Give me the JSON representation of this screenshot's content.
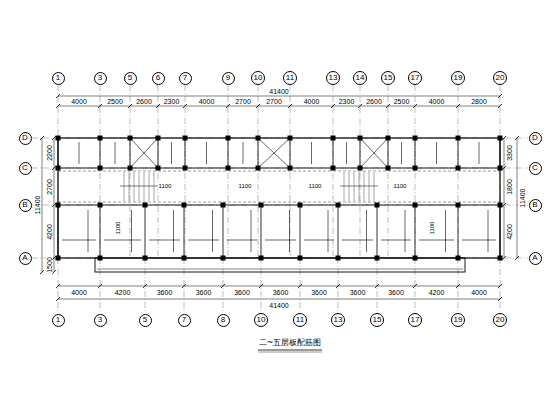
{
  "diagram": {
    "caption": "二~五层板配筋图",
    "nodes": [
      {
        "text": [
          "1"
        ]
      },
      {
        "text": [
          "3"
        ]
      },
      {
        "text": [
          "5"
        ]
      },
      {
        "text": [
          "6"
        ]
      },
      {
        "text": [
          "7"
        ]
      },
      {
        "text": [
          "9"
        ]
      },
      {
        "text": [
          "10"
        ]
      },
      {
        "text": [
          "11"
        ]
      },
      {
        "text": [
          "13"
        ]
      },
      {
        "text": [
          "14"
        ]
      },
      {
        "text": [
          "15"
        ]
      },
      {
        "text": [
          "17"
        ]
      },
      {
        "text": [
          "19"
        ]
      },
      {
        "text": [
          "20"
        ]
      },
      {
        "text": [
          "D"
        ]
      },
      {
        "text": [
          "C"
        ]
      },
      {
        "text": [
          "B"
        ]
      },
      {
        "text": [
          "A"
        ]
      },
      {
        "text": [
          "D"
        ]
      },
      {
        "text": [
          "C"
        ]
      },
      {
        "text": [
          "B"
        ]
      },
      {
        "text": [
          "A"
        ]
      },
      {
        "text": [
          "1"
        ]
      },
      {
        "text": [
          "3"
        ]
      },
      {
        "text": [
          "5"
        ]
      },
      {
        "text": [
          "7"
        ]
      },
      {
        "text": [
          "8"
        ]
      },
      {
        "text": [
          "10"
        ]
      },
      {
        "text": [
          "11"
        ]
      },
      {
        "text": [
          "13"
        ]
      },
      {
        "text": [
          "15"
        ]
      },
      {
        "text": [
          "17"
        ]
      },
      {
        "text": [
          "19"
        ]
      },
      {
        "text": [
          "20"
        ]
      }
    ],
    "edges": [],
    "labels": [
      "4000",
      "2500",
      "2600",
      "2300",
      "4000",
      "2700",
      "2700",
      "4000",
      "2300",
      "2600",
      "2500",
      "4000",
      "2800",
      "41400",
      "2200",
      "2700",
      "4200",
      "1500",
      "11400",
      "3300",
      "1800",
      "4200",
      "11400",
      "1100",
      "1100",
      "1100",
      "1100",
      "1100",
      "1100",
      "4000",
      "4200",
      "3600",
      "3600",
      "3600",
      "3600",
      "3600",
      "3600",
      "3600",
      "4200",
      "4000",
      "41400"
    ]
  }
}
